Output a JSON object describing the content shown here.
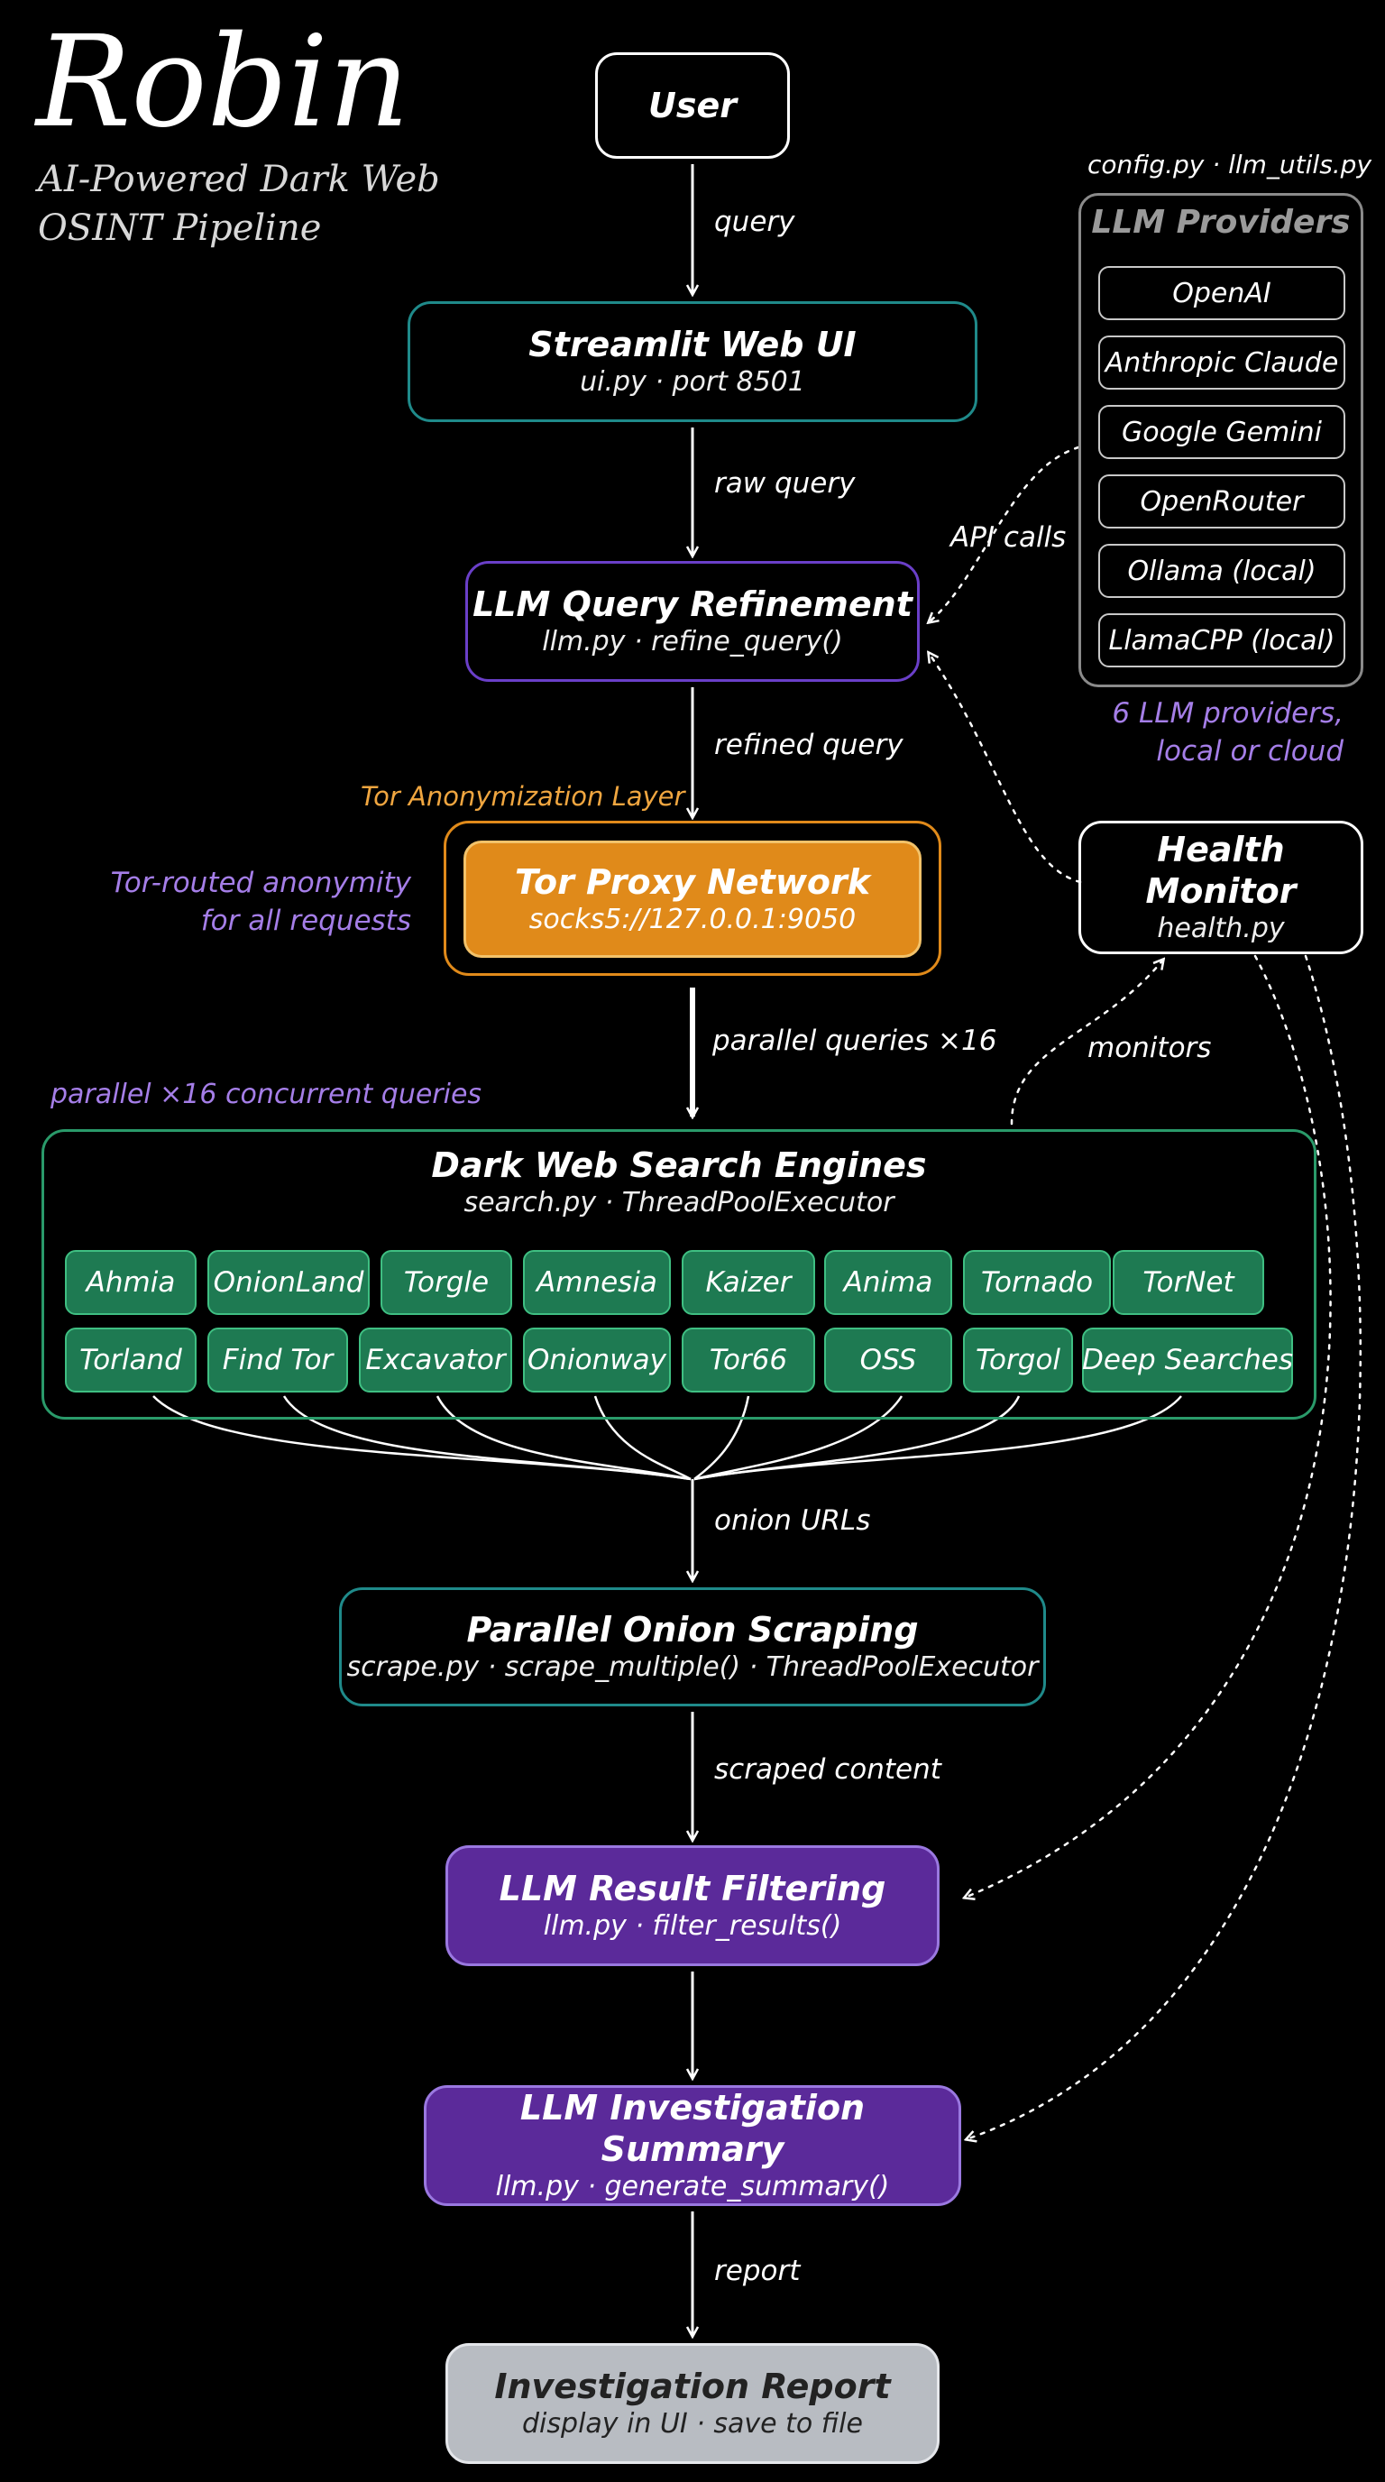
{
  "title": "Robin",
  "subtitle": [
    "AI-Powered Dark Web",
    "OSINT Pipeline"
  ],
  "nodes": {
    "user": {
      "title": "User"
    },
    "streamlit": {
      "title": "Streamlit Web UI",
      "sub": "ui.py · port 8501"
    },
    "refine": {
      "title": "LLM Query Refinement",
      "sub": "llm.py · refine_query()"
    },
    "tor": {
      "title": "Tor Proxy Network",
      "sub": "socks5://127.0.0.1:9050",
      "layer_label": "Tor Anonymization Layer",
      "side_note": [
        "Tor-routed anonymity",
        "for all requests"
      ]
    },
    "search": {
      "title": "Dark Web Search Engines",
      "sub": "search.py · ThreadPoolExecutor",
      "note": "parallel ×16 concurrent queries"
    },
    "scrape": {
      "title": "Parallel Onion Scraping",
      "sub": "scrape.py · scrape_multiple() · ThreadPoolExecutor"
    },
    "filter": {
      "title": "LLM Result Filtering",
      "sub": "llm.py · filter_results()"
    },
    "summary": {
      "title": "LLM Investigation Summary",
      "sub": "llm.py · generate_summary()"
    },
    "report": {
      "title": "Investigation Report",
      "sub": "display in UI · save to file"
    },
    "health": {
      "title": "Health Monitor",
      "sub": "health.py"
    }
  },
  "engines": [
    "Ahmia",
    "OnionLand",
    "Torgle",
    "Amnesia",
    "Kaizer",
    "Anima",
    "Tornado",
    "TorNet",
    "Torland",
    "Find Tor",
    "Excavator",
    "Onionway",
    "Tor66",
    "OSS",
    "Torgol",
    "Deep Searches"
  ],
  "providers": {
    "header": "config.py · llm_utils.py",
    "title": "LLM Providers",
    "items": [
      "OpenAI",
      "Anthropic Claude",
      "Google Gemini",
      "OpenRouter",
      "Ollama (local)",
      "LlamaCPP (local)"
    ],
    "note": [
      "6 LLM providers,",
      "local or cloud"
    ]
  },
  "edges": {
    "query": "query",
    "raw_query": "raw query",
    "refined_query": "refined query",
    "parallel_queries": "parallel queries ×16",
    "onion_urls": "onion URLs",
    "scraped_content": "scraped content",
    "report": "report",
    "api_calls": "API calls",
    "monitors": "monitors"
  },
  "colors": {
    "background": "#000000",
    "teal": "#1f8a8a",
    "purple_border": "#6a3fc8",
    "purple_fill": "#5b2a9a",
    "orange_fill": "#e08a1a",
    "green_border": "#2a9a6a",
    "engine_fill": "#1e7a52",
    "report_fill": "#b8bcc2",
    "accent_text": "#a57ee8"
  }
}
